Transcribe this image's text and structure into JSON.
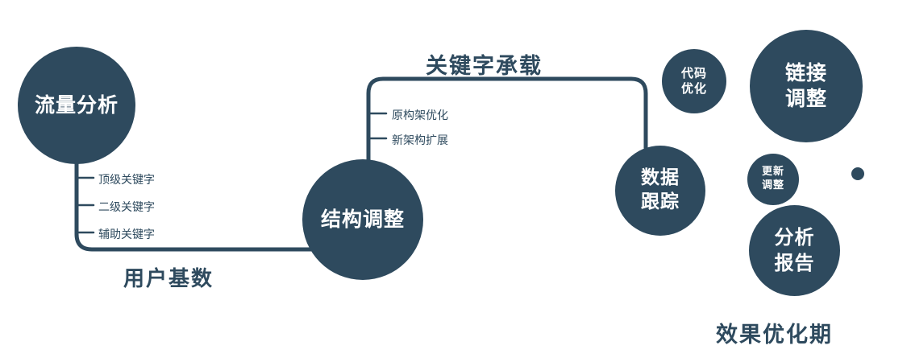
{
  "colors": {
    "primary": "#2e4a5e",
    "background": "#ffffff"
  },
  "nodes": {
    "traffic_analysis": {
      "label": "流量分析"
    },
    "structure_adjustment": {
      "label": "结构调整"
    },
    "data_tracking": {
      "lines": [
        "数据",
        "跟踪"
      ]
    },
    "code_optimization": {
      "lines": [
        "代码",
        "优化"
      ]
    },
    "link_adjustment": {
      "lines": [
        "链接",
        "调整"
      ]
    },
    "update_adjustment": {
      "lines": [
        "更新",
        "调整"
      ]
    },
    "analysis_report": {
      "lines": [
        "分析",
        "报告"
      ]
    }
  },
  "edge_labels": {
    "user_base": "用户基数",
    "keyword_carrying": "关键字承载"
  },
  "branch_labels": {
    "traffic_keywords": [
      "顶级关键字",
      "二级关键字",
      "辅助关键字"
    ],
    "structure_items": [
      "原构架优化",
      "新架构扩展"
    ]
  },
  "caption": "效果优化期"
}
